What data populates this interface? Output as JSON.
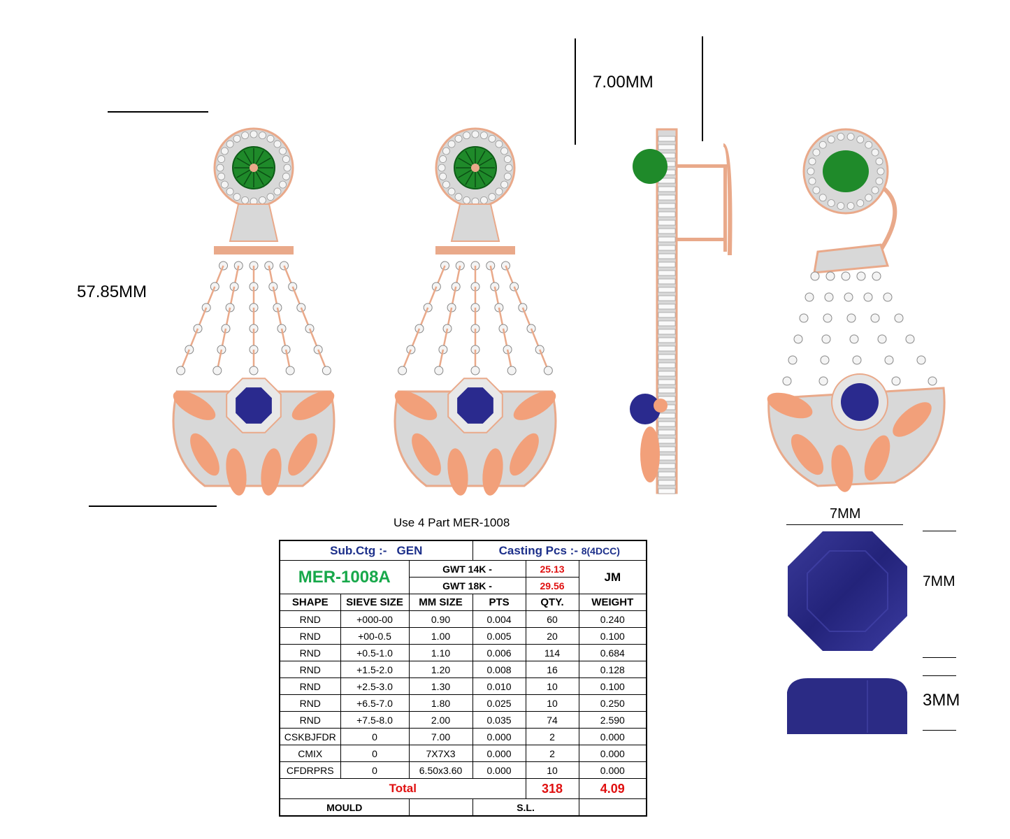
{
  "dimensions": {
    "height_label": "57.85MM",
    "post_width_label": "7.00MM",
    "stone_width_label": "7MM",
    "stone_height_label": "7MM",
    "stone_depth_label": "3MM"
  },
  "caption": "Use 4 Part MER-1008",
  "colors": {
    "metal": "#e9a98a",
    "diamond": "#d8d8d8",
    "emerald": "#1f8a2a",
    "sapphire": "#2a2a8e",
    "coral": "#f2a07a"
  },
  "spec": {
    "subctg_label": "Sub.Ctg :-",
    "subctg_value": "GEN",
    "casting_label": "Casting Pcs :-",
    "casting_value": "8(4DCC)",
    "design_no": "MER-1008A",
    "gwt14_label": "GWT 14K  -",
    "gwt14_value": "25.13",
    "gwt18_label": "GWT 18K  -",
    "gwt18_value": "29.56",
    "maker": "JM",
    "columns": [
      "SHAPE",
      "SIEVE SIZE",
      "MM SIZE",
      "PTS",
      "QTY.",
      "WEIGHT"
    ],
    "rows": [
      [
        "RND",
        "+000-00",
        "0.90",
        "0.004",
        "60",
        "0.240"
      ],
      [
        "RND",
        "+00-0.5",
        "1.00",
        "0.005",
        "20",
        "0.100"
      ],
      [
        "RND",
        "+0.5-1.0",
        "1.10",
        "0.006",
        "114",
        "0.684"
      ],
      [
        "RND",
        "+1.5-2.0",
        "1.20",
        "0.008",
        "16",
        "0.128"
      ],
      [
        "RND",
        "+2.5-3.0",
        "1.30",
        "0.010",
        "10",
        "0.100"
      ],
      [
        "RND",
        "+6.5-7.0",
        "1.80",
        "0.025",
        "10",
        "0.250"
      ],
      [
        "RND",
        "+7.5-8.0",
        "2.00",
        "0.035",
        "74",
        "2.590"
      ],
      [
        "CSKBJFDR",
        "0",
        "7.00",
        "0.000",
        "2",
        "0.000"
      ],
      [
        "CMIX",
        "0",
        "7X7X3",
        "0.000",
        "2",
        "0.000"
      ],
      [
        "CFDRPRS",
        "0",
        "6.50x3.60",
        "0.000",
        "10",
        "0.000"
      ]
    ],
    "total_label": "Total",
    "total_qty": "318",
    "total_weight": "4.09",
    "mould_label": "MOULD",
    "sl_label": "S.L."
  }
}
